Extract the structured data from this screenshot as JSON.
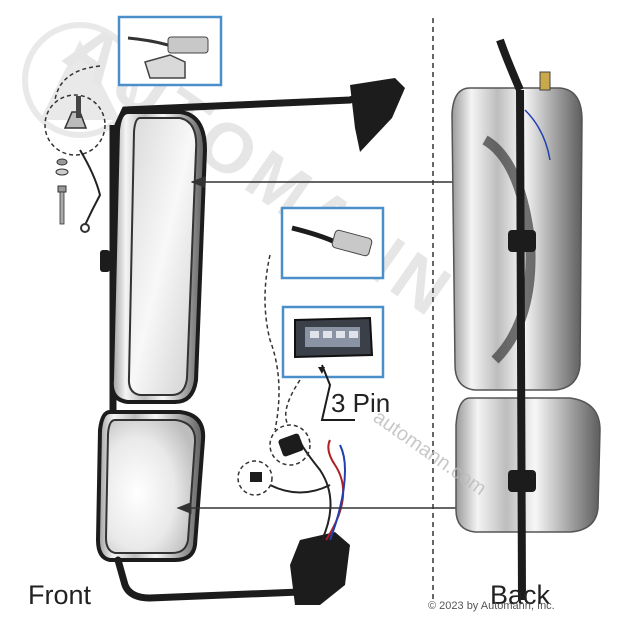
{
  "labels": {
    "front": "Front",
    "back": "Back",
    "connector": "3 Pin",
    "copyright": "© 2023 by Automann, Inc."
  },
  "watermark": {
    "brand": "AUTOMANN",
    "url": "automann.com"
  },
  "colors": {
    "callout_border": "#4a8fc9",
    "arrow": "#333333",
    "mirror_frame": "#1c1c1c",
    "chrome_light": "#e8e8e8",
    "chrome_dark": "#6a6a6a"
  }
}
